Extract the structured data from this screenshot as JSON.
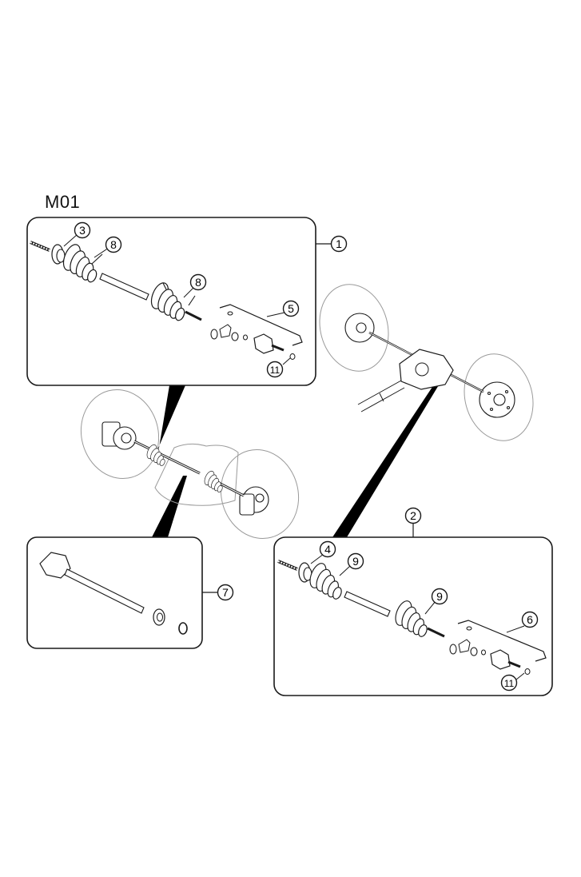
{
  "figure": {
    "title": "M01",
    "subject": "drive shaft assembly exploded view",
    "colors": {
      "line": "#1a1a1a",
      "ghost": "#9a9a9a",
      "pointer": "#000000",
      "background": "#ffffff"
    }
  },
  "callouts": {
    "c1": "1",
    "c2": "2",
    "c3": "3",
    "c4": "4",
    "c5": "5",
    "c6": "6",
    "c7": "7",
    "c8a": "8",
    "c8b": "8",
    "c9a": "9",
    "c9b": "9",
    "c11a": "11",
    "c11b": "11"
  },
  "panels": [
    {
      "id": "panel-front-shaft",
      "callout": "1",
      "contains": [
        "3",
        "8",
        "8",
        "5",
        "11"
      ]
    },
    {
      "id": "panel-rear-shaft",
      "callout": "2",
      "contains": [
        "4",
        "9",
        "9",
        "6",
        "11"
      ]
    },
    {
      "id": "panel-joint-shaft",
      "callout": "7",
      "contains": []
    }
  ],
  "vehicle_views": [
    {
      "id": "front-axle-view",
      "pointer_to": [
        "1",
        "7"
      ]
    },
    {
      "id": "rear-axle-view",
      "pointer_to": [
        "2"
      ]
    }
  ]
}
